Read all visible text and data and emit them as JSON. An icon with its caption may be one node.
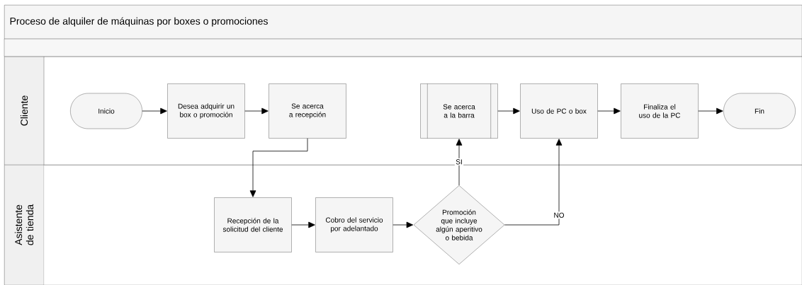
{
  "diagram": {
    "title": "Proceso de alquiler de máquinas por boxes o promociones",
    "nodes": [
      {
        "text": [
          "Cliente"
        ]
      },
      {
        "text": [
          "Asistente de tienda"
        ]
      },
      {
        "text": [
          "Inicio"
        ],
        "in": 0
      },
      {
        "text": [
          "Desea adquirir un box o promoción"
        ],
        "in": 0
      },
      {
        "text": [
          "Se acerca a recepción"
        ],
        "in": 0
      },
      {
        "text": [
          "Se acerca a la barra"
        ],
        "in": 0
      },
      {
        "text": [
          "Uso de PC o box"
        ],
        "in": 0
      },
      {
        "text": [
          "Finaliza el uso de la PC"
        ],
        "in": 0
      },
      {
        "text": [
          "Fin"
        ],
        "in": 0
      },
      {
        "text": [
          "Recepción de la solicitud del cliente"
        ],
        "in": 1
      },
      {
        "text": [
          "Cobro del servicio por adelantado"
        ],
        "in": 1
      },
      {
        "text": [
          "Promoción que incluye algún aperitivo o bebida"
        ],
        "in": 1
      }
    ],
    "edges": [
      {
        "from": 2,
        "to": 3,
        "arrow": "to"
      },
      {
        "from": 3,
        "to": 4,
        "arrow": "to"
      },
      {
        "from": 4,
        "to": 9,
        "arrow": "to"
      },
      {
        "from": 9,
        "to": 10,
        "arrow": "to"
      },
      {
        "from": 10,
        "to": 11,
        "arrow": "to"
      },
      {
        "from": 11,
        "to": 5,
        "arrow": "to",
        "label": "SI"
      },
      {
        "from": 11,
        "to": 6,
        "arrow": "to",
        "label": "NO"
      },
      {
        "from": 5,
        "to": 6,
        "arrow": "to"
      },
      {
        "from": 6,
        "to": 7,
        "arrow": "to"
      },
      {
        "from": 7,
        "to": 8,
        "arrow": "to"
      }
    ]
  }
}
